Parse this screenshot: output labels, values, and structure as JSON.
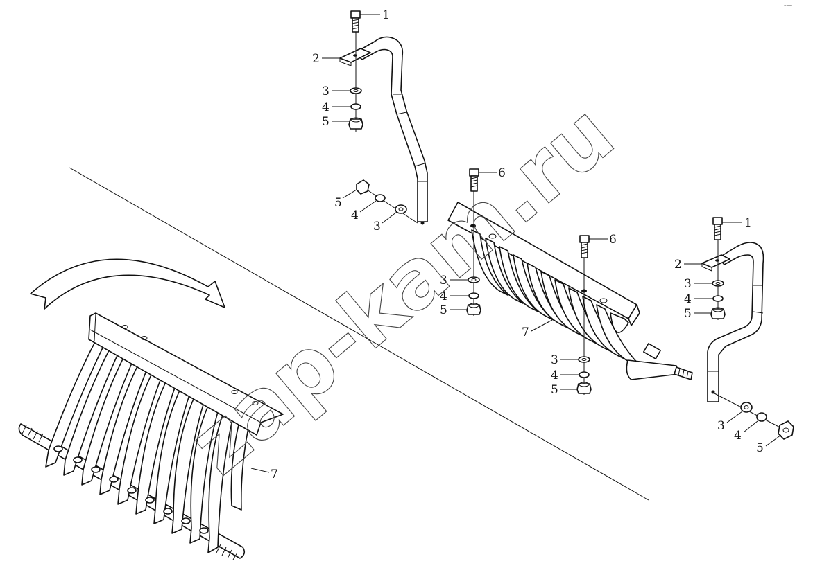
{
  "diagram": {
    "watermark": "zap-kam.ru",
    "corner_mark": "-—",
    "callouts": [
      {
        "id": "top-left-bolt",
        "text": "1"
      },
      {
        "id": "top-left-plate",
        "text": "2"
      },
      {
        "id": "top-left-washer",
        "text": "3"
      },
      {
        "id": "top-left-lockwasher",
        "text": "4"
      },
      {
        "id": "top-left-nut",
        "text": "5"
      },
      {
        "id": "mid-left-nut",
        "text": "5"
      },
      {
        "id": "mid-left-lockwasher",
        "text": "4"
      },
      {
        "id": "mid-left-washer",
        "text": "3"
      },
      {
        "id": "center-bolt-a",
        "text": "6"
      },
      {
        "id": "center-washer-a",
        "text": "3"
      },
      {
        "id": "center-lockwasher-a",
        "text": "4"
      },
      {
        "id": "center-nut-a",
        "text": "5"
      },
      {
        "id": "center-bolt-b",
        "text": "6"
      },
      {
        "id": "center-rake",
        "text": "7"
      },
      {
        "id": "center-washer-b",
        "text": "3"
      },
      {
        "id": "center-lockwasher-b",
        "text": "4"
      },
      {
        "id": "center-nut-b",
        "text": "5"
      },
      {
        "id": "right-bolt",
        "text": "1"
      },
      {
        "id": "right-plate",
        "text": "2"
      },
      {
        "id": "right-washer",
        "text": "3"
      },
      {
        "id": "right-lockwasher",
        "text": "4"
      },
      {
        "id": "right-nut",
        "text": "5"
      },
      {
        "id": "bottom-right-washer",
        "text": "3"
      },
      {
        "id": "bottom-right-lockwasher",
        "text": "4"
      },
      {
        "id": "bottom-right-nut",
        "text": "5"
      },
      {
        "id": "lower-rake",
        "text": "7"
      }
    ]
  }
}
